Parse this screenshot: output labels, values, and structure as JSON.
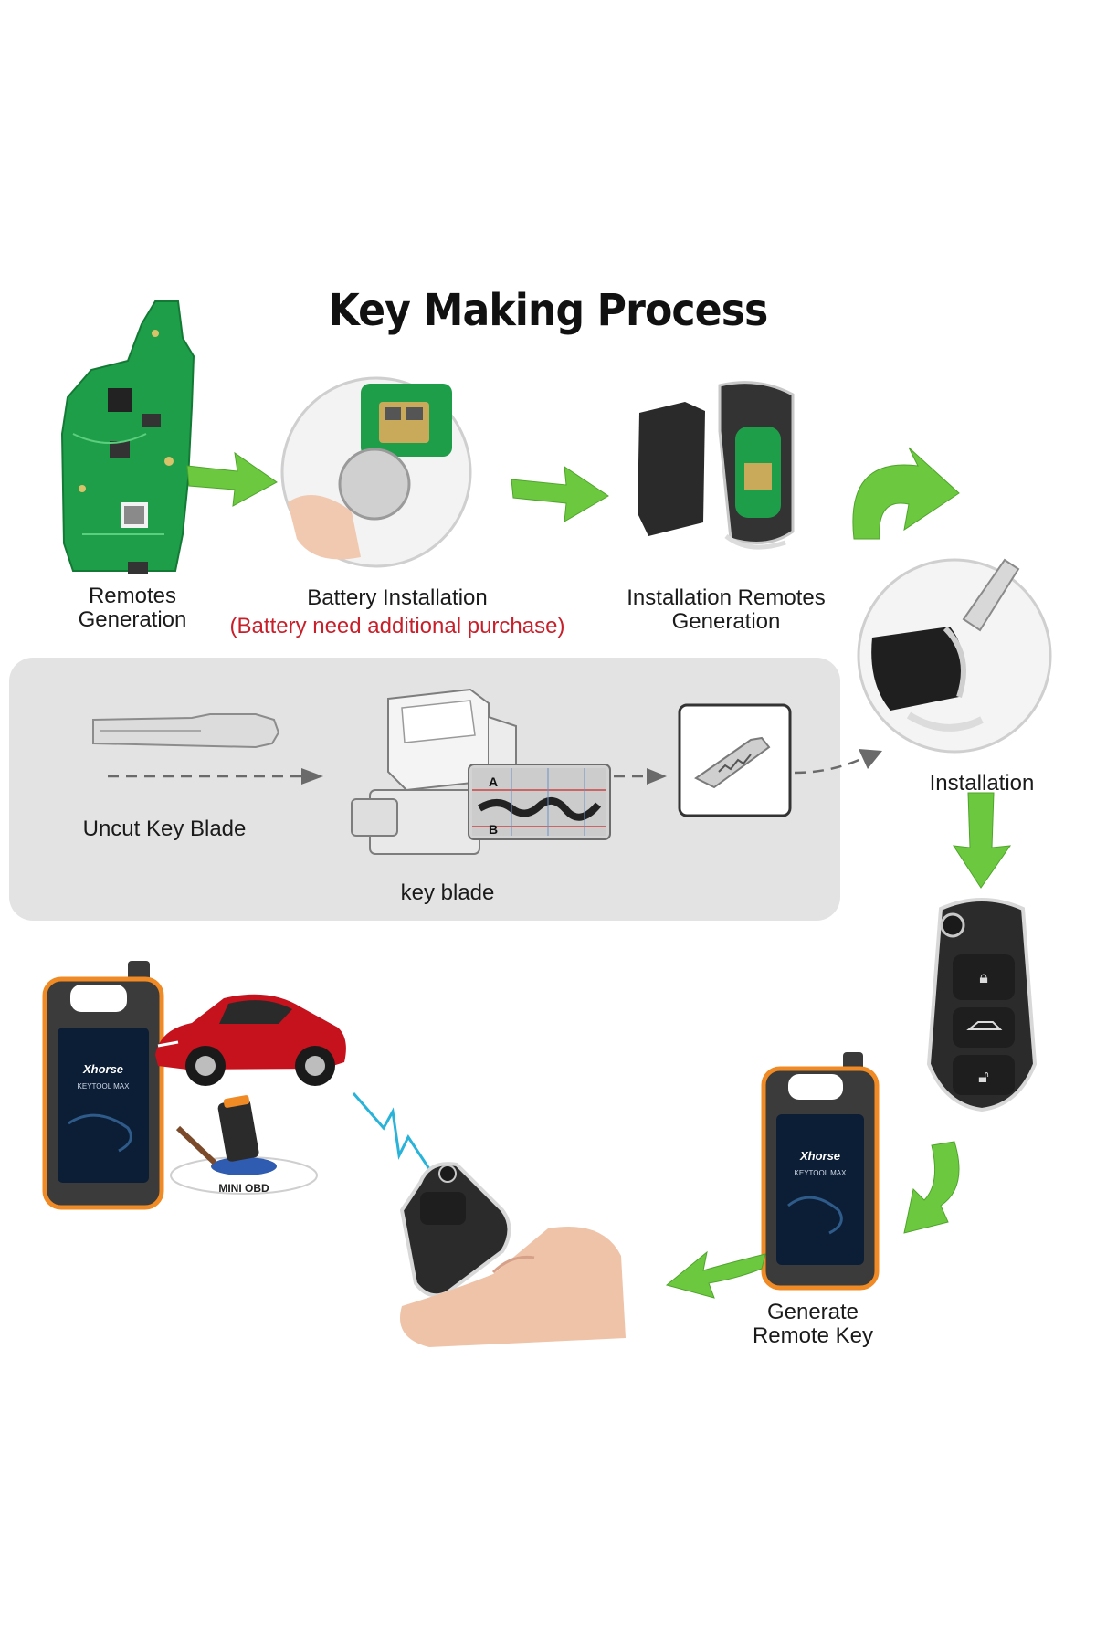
{
  "title": "Key Making Process",
  "steps": {
    "remotes_generation": "Remotes\nGeneration",
    "battery_installation": "Battery Installation",
    "battery_note": "(Battery need additional purchase)",
    "installation_remotes_generation": "Installation Remotes\nGeneration",
    "installation": "Installation",
    "uncut_key_blade": "Uncut Key  Blade",
    "key_blade": "key blade",
    "generate_remote_key": "Generate\nRemote Key"
  },
  "device": {
    "brand": "Xhorse",
    "model": "KEYTOOL MAX",
    "adapter": "MINI OBD"
  },
  "key_machine": {
    "axis_a": "A",
    "axis_b": "B"
  },
  "colors": {
    "arrow_green": "#6cc93f",
    "pcb_green": "#1f9e4a",
    "note_red": "#c8202a",
    "panel_gray": "#e3e3e3",
    "device_orange": "#f08a24",
    "car_red": "#c5121c"
  }
}
